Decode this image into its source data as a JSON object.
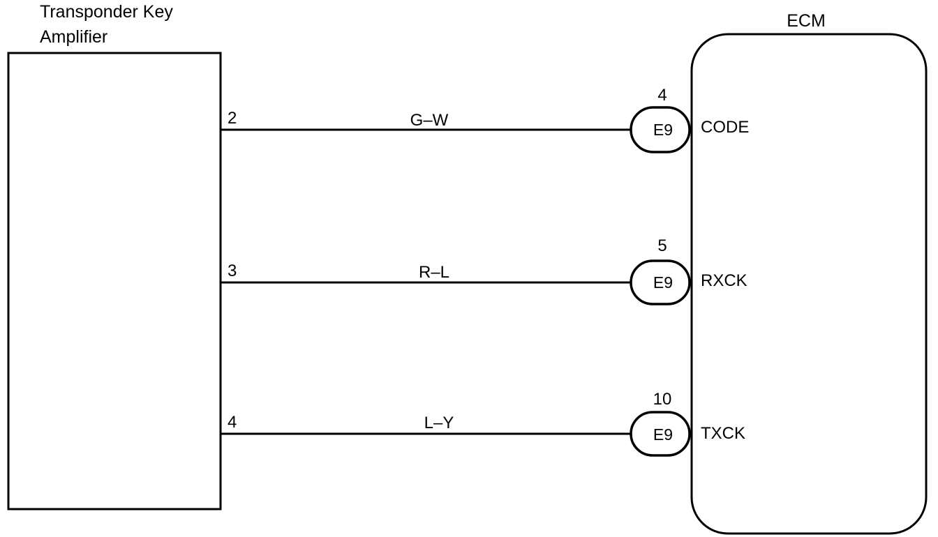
{
  "amplifier": {
    "title_line1": "Transponder Key",
    "title_line2": "Amplifier"
  },
  "ecm": {
    "label": "ECM"
  },
  "connections": [
    {
      "amp_pin": "2",
      "wire_color": "G–W",
      "connector": "E9",
      "ecm_pin": "4",
      "signal": "CODE"
    },
    {
      "amp_pin": "3",
      "wire_color": "R–L",
      "connector": "E9",
      "ecm_pin": "5",
      "signal": "RXCK"
    },
    {
      "amp_pin": "4",
      "wire_color": "L–Y",
      "connector": "E9",
      "ecm_pin": "10",
      "signal": "TXCK"
    }
  ]
}
